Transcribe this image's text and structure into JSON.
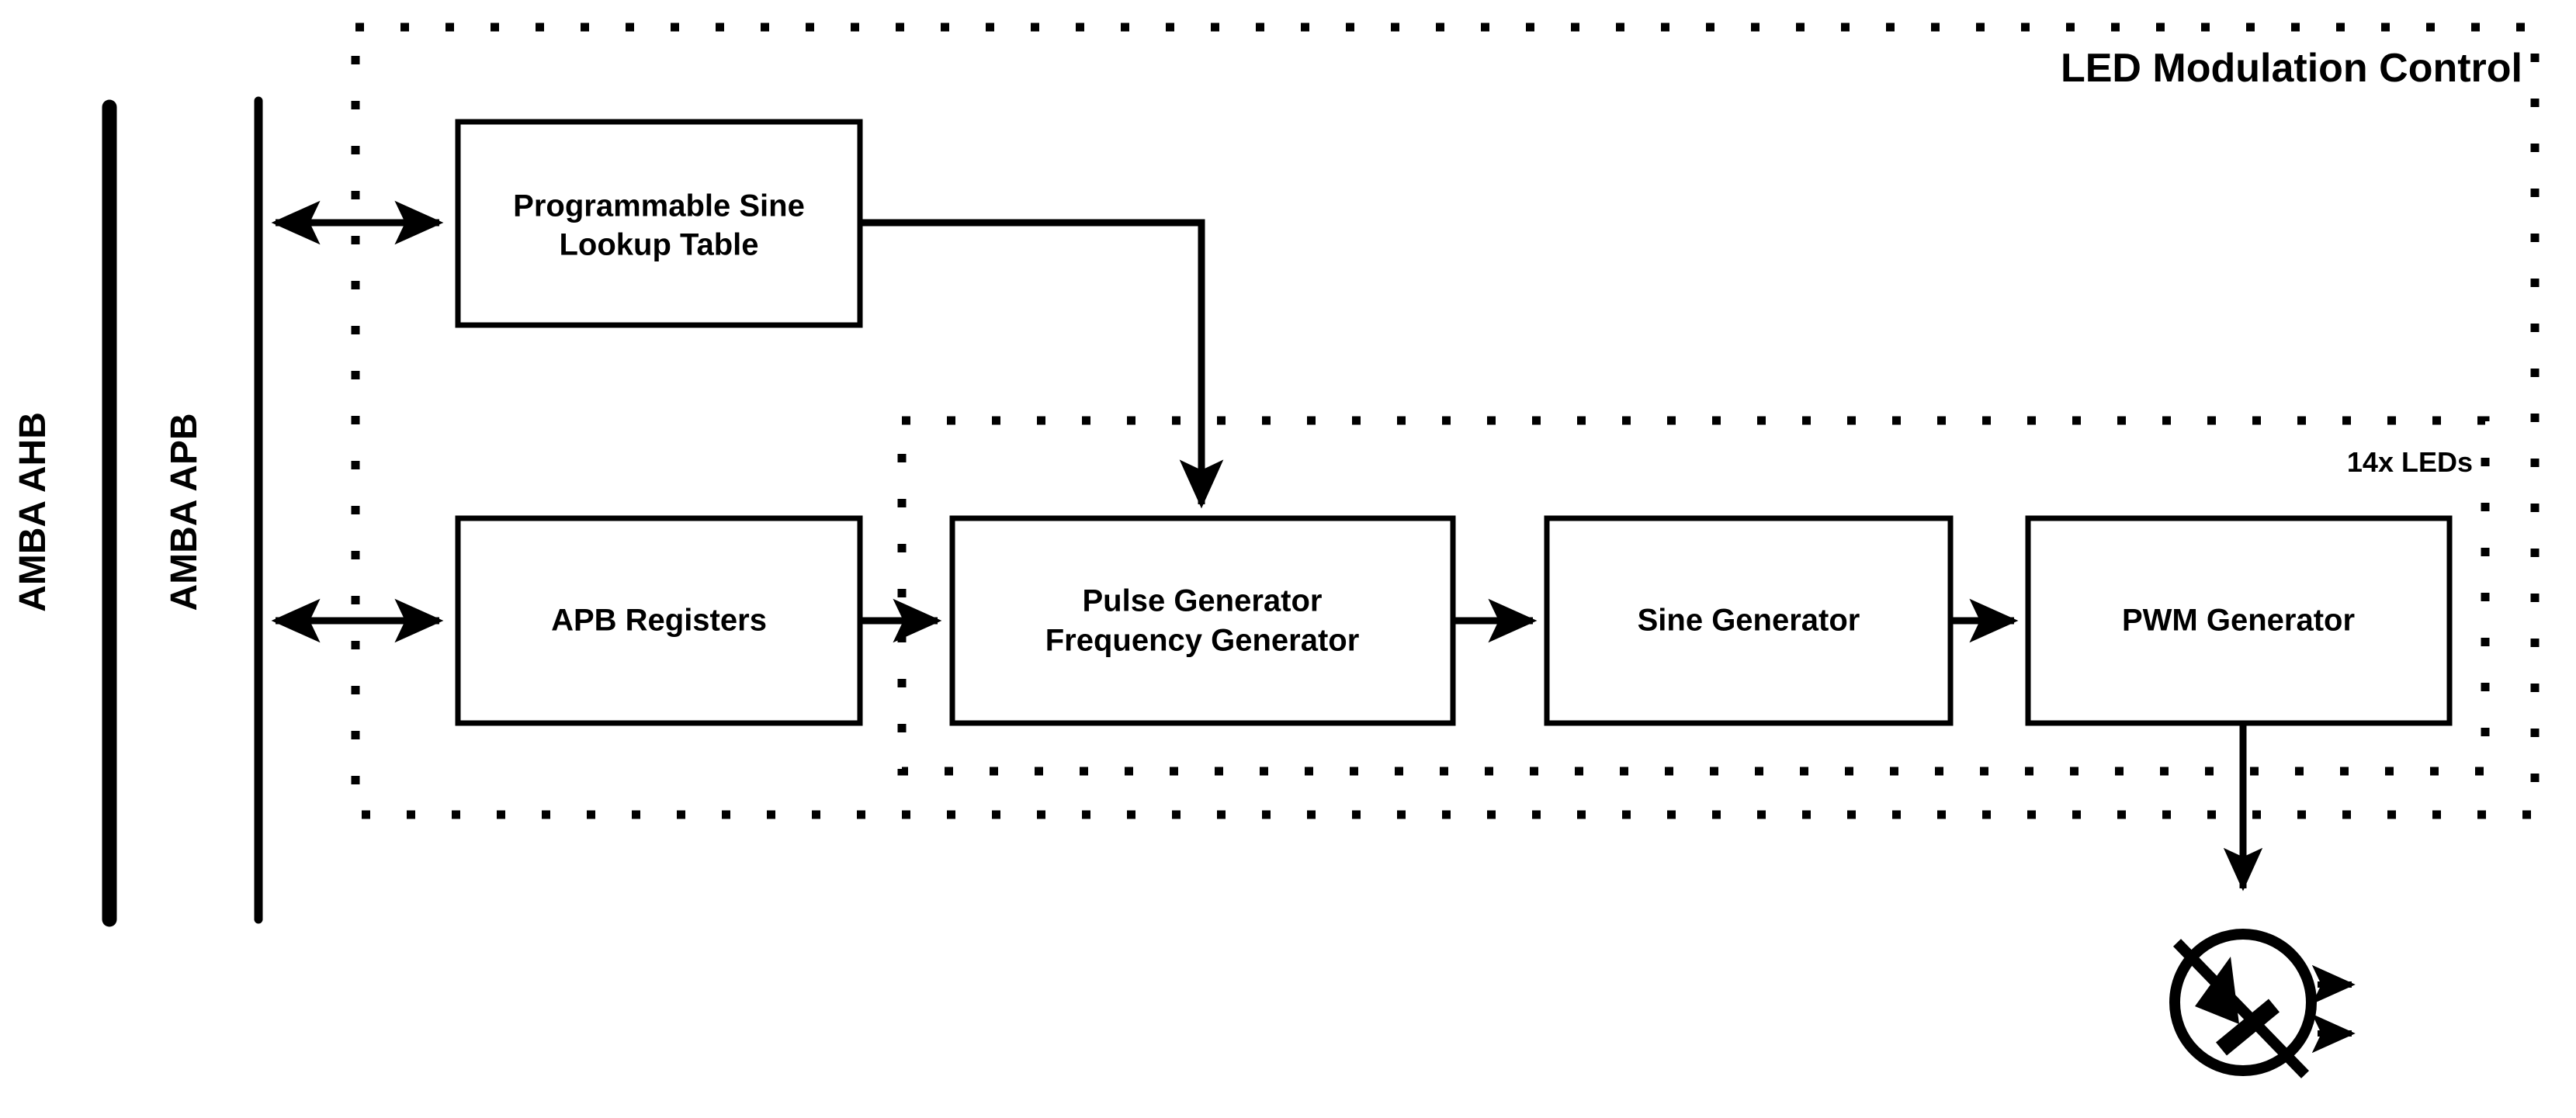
{
  "diagram": {
    "title": "LED Modulation Control",
    "background_color": "#ffffff",
    "line_color": "#000000",
    "buses": [
      {
        "id": "ahb",
        "label": "AMBA AHB"
      },
      {
        "id": "apb",
        "label": "AMBA APB"
      }
    ],
    "regions": [
      {
        "id": "led-modulation-control",
        "label": "LED Modulation Control",
        "style": "dotted"
      },
      {
        "id": "leds-instance-group",
        "label": "14x LEDs",
        "style": "dotted"
      }
    ],
    "blocks": [
      {
        "id": "sine-lut",
        "line1": "Programmable Sine",
        "line2": "Lookup Table"
      },
      {
        "id": "apb-registers",
        "line1": "APB Registers",
        "line2": ""
      },
      {
        "id": "pulse-generator",
        "line1": "Pulse Generator",
        "line2": "Frequency Generator"
      },
      {
        "id": "sine-generator",
        "line1": "Sine Generator",
        "line2": ""
      },
      {
        "id": "pwm-generator",
        "line1": "PWM Generator",
        "line2": ""
      }
    ],
    "symbols": [
      {
        "id": "led-symbol",
        "name": "led-diode-symbol",
        "description": "LED circle with diode and emission arrows"
      }
    ],
    "connections": [
      {
        "from": "amba-apb-bus",
        "to": "sine-lut",
        "kind": "bidirectional"
      },
      {
        "from": "amba-apb-bus",
        "to": "apb-registers",
        "kind": "bidirectional"
      },
      {
        "from": "sine-lut",
        "to": "pulse-generator",
        "kind": "directed"
      },
      {
        "from": "apb-registers",
        "to": "pulse-generator",
        "kind": "directed"
      },
      {
        "from": "pulse-generator",
        "to": "sine-generator",
        "kind": "directed"
      },
      {
        "from": "sine-generator",
        "to": "pwm-generator",
        "kind": "directed"
      },
      {
        "from": "pwm-generator",
        "to": "led-symbol",
        "kind": "directed"
      }
    ]
  }
}
